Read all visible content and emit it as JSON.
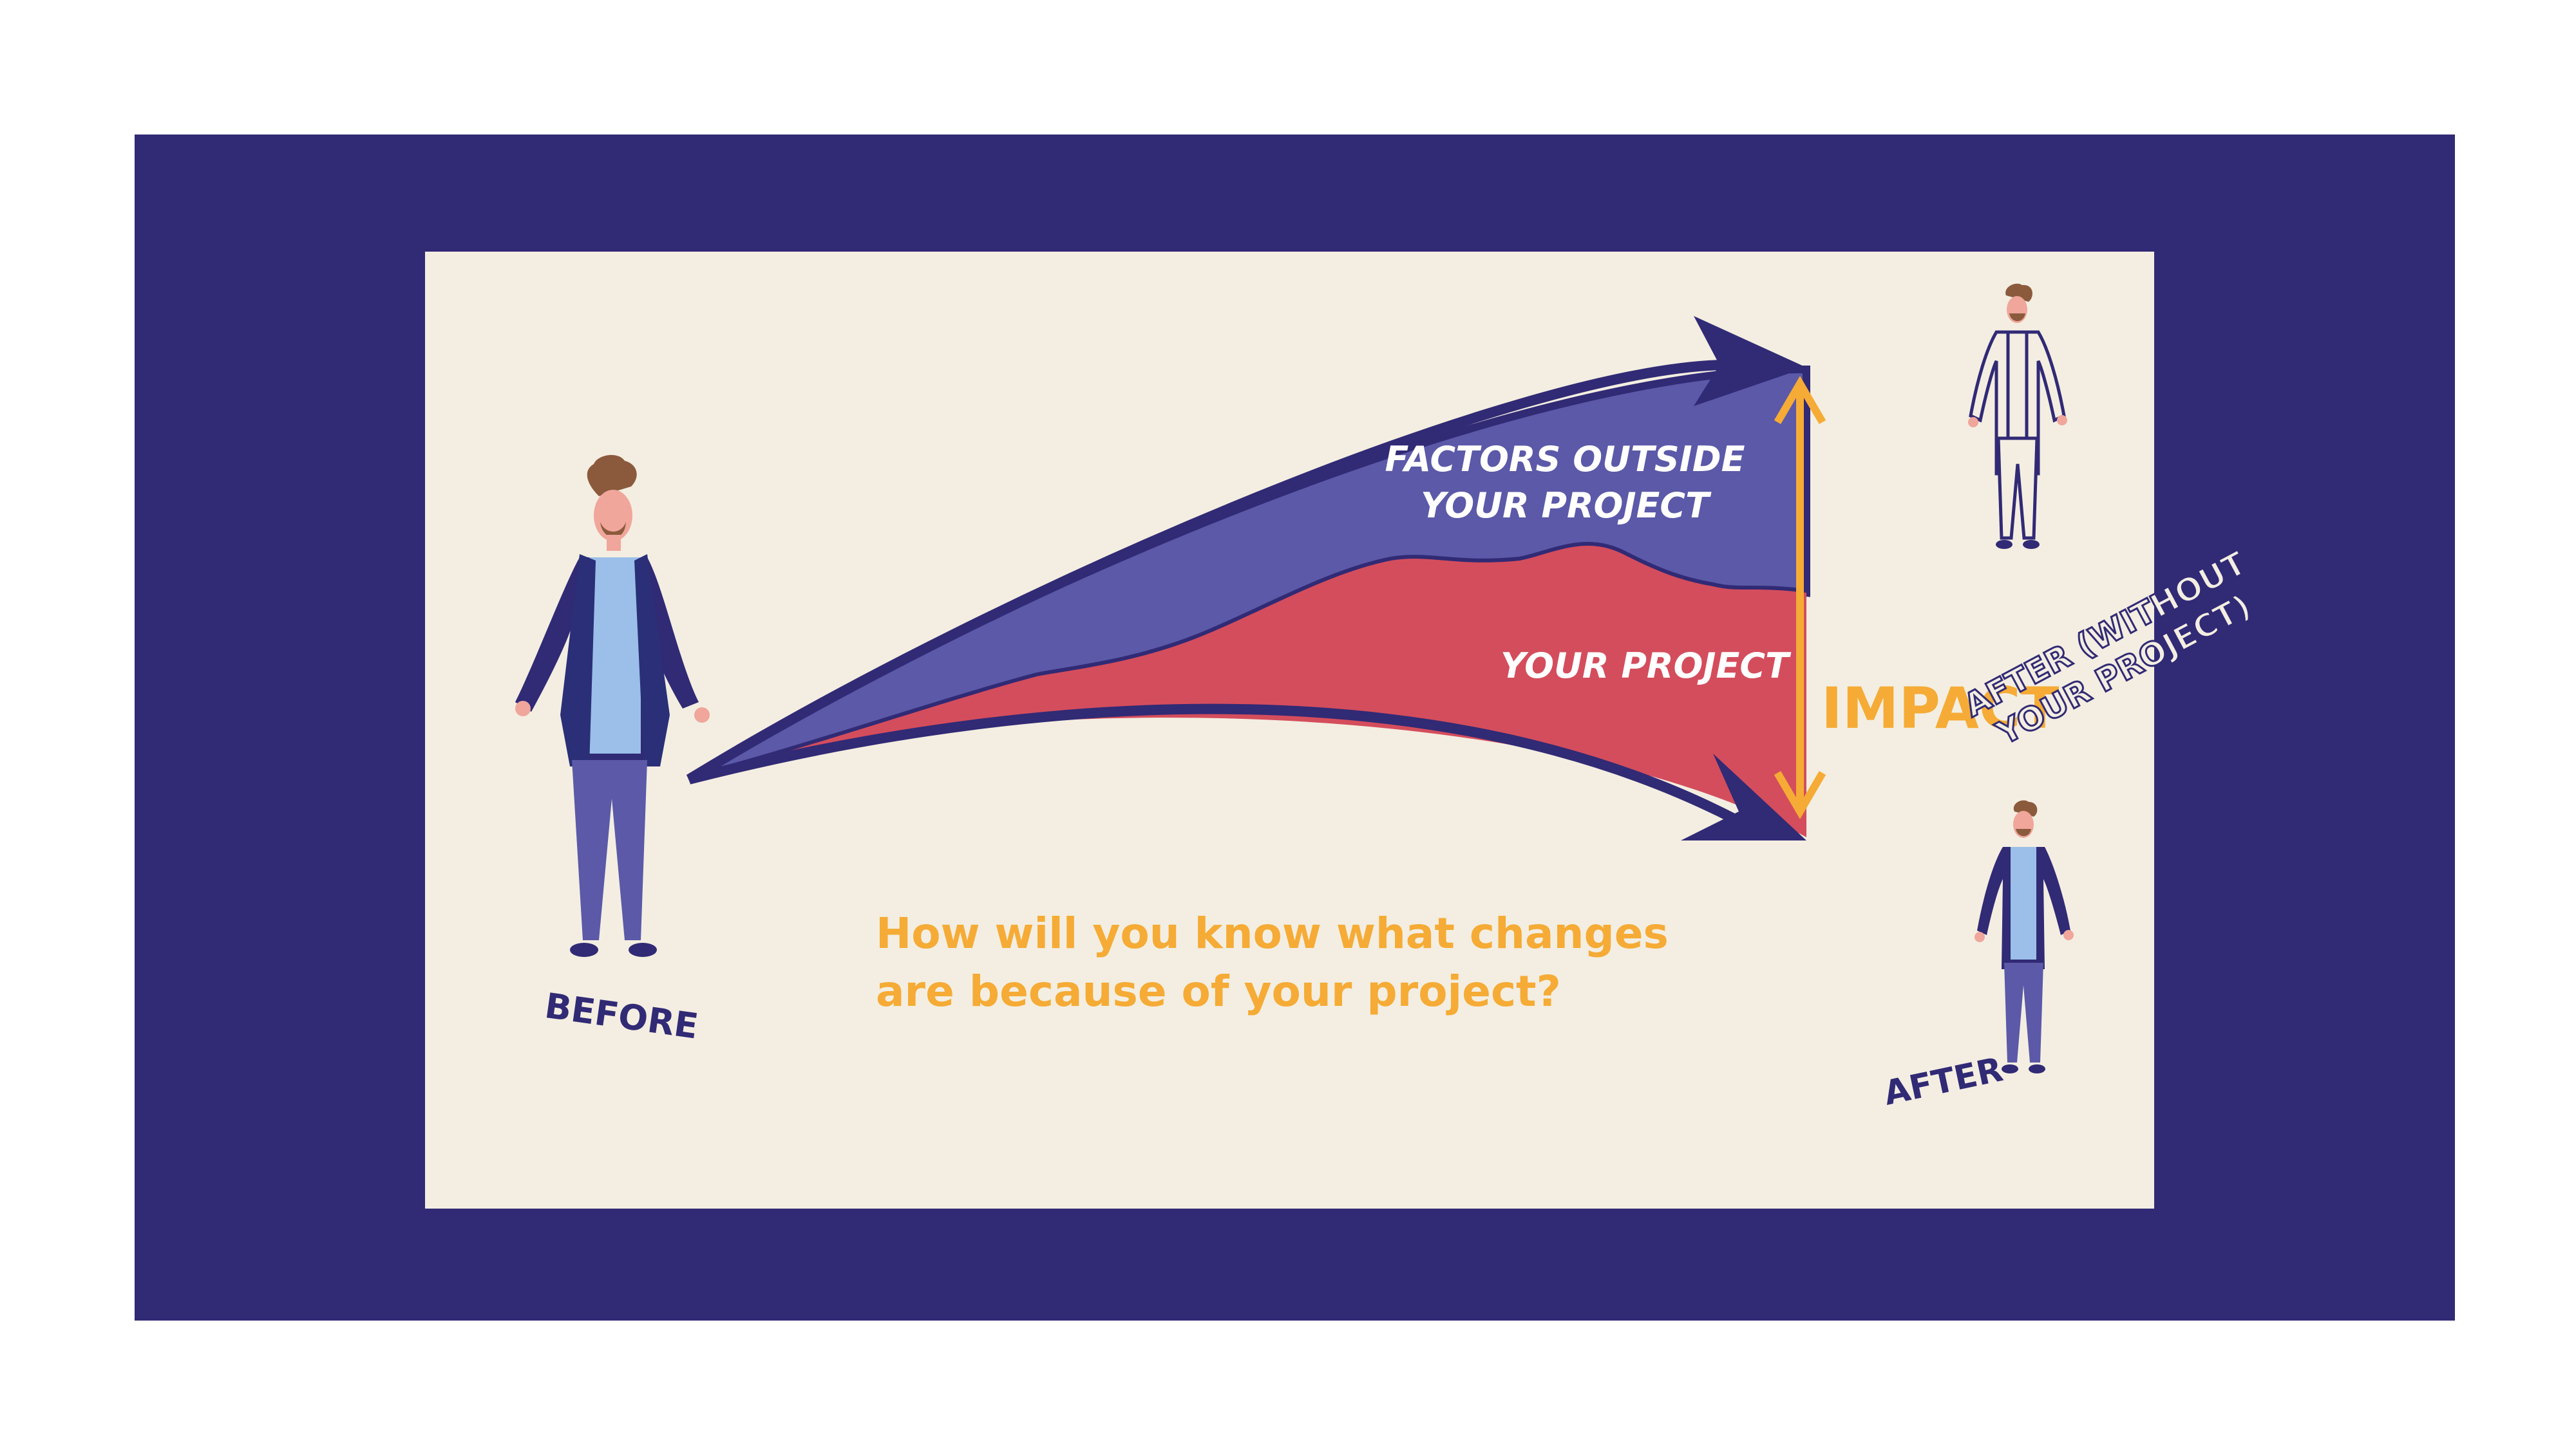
{
  "labels": {
    "factors_line1": "FACTORS OUTSIDE",
    "factors_line2": "YOUR PROJECT",
    "your_project": "YOUR PROJECT",
    "impact": "IMPACT",
    "after_without_line1": "AFTER (WITHOUT",
    "after_without_line2": "YOUR PROJECT)",
    "before": "BEFORE",
    "after": "AFTER",
    "question_line1": "How will you know what changes",
    "question_line2": "are because of your project?"
  },
  "colors": {
    "frame": "#312a75",
    "panel": "#f3eee1",
    "factors_band": "#5b59a8",
    "project_band": "#d44d5c",
    "impact_arrow": "#f5ab35",
    "label_text": "#312a75"
  }
}
